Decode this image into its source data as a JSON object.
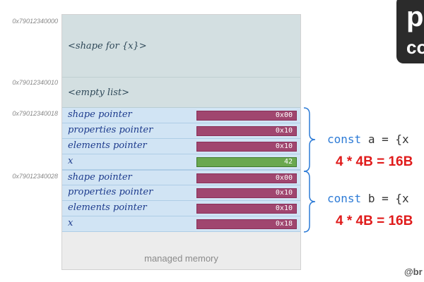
{
  "addresses": {
    "a0": "0x79012340000",
    "a1": "0x79012340010",
    "a2": "0x79012340018",
    "a3": "0x79012340028"
  },
  "memory": {
    "shape_block": "<shape for {x}>",
    "empty_block": "<empty list>",
    "object_a": {
      "rows": [
        {
          "label": "shape pointer",
          "value": "0x00"
        },
        {
          "label": "properties pointer",
          "value": "0x10"
        },
        {
          "label": "elements pointer",
          "value": "0x10"
        },
        {
          "label": "x",
          "value": "42"
        }
      ]
    },
    "object_b": {
      "rows": [
        {
          "label": "shape pointer",
          "value": "0x00"
        },
        {
          "label": "properties pointer",
          "value": "0x10"
        },
        {
          "label": "elements pointer",
          "value": "0x10"
        },
        {
          "label": "x",
          "value": "0x18"
        }
      ]
    },
    "managed_label": "managed memory"
  },
  "annotations": {
    "a_code_keyword": "const",
    "a_code_rest": "a = {x",
    "a_size": "4 * 4B = 16B",
    "b_code_keyword": "const",
    "b_code_rest": "b = {x",
    "b_size": "4 * 4B = 16B"
  },
  "logo": {
    "line1": "p",
    "line2": "co"
  },
  "handle": "@br",
  "colors": {
    "pointer_value": "#a0466f",
    "int_value": "#6aa84f",
    "size_text": "#e01b1b",
    "keyword": "#2d7bd6",
    "row_bg": "#d1e4f4",
    "shape_bg": "#d3dfe1"
  }
}
